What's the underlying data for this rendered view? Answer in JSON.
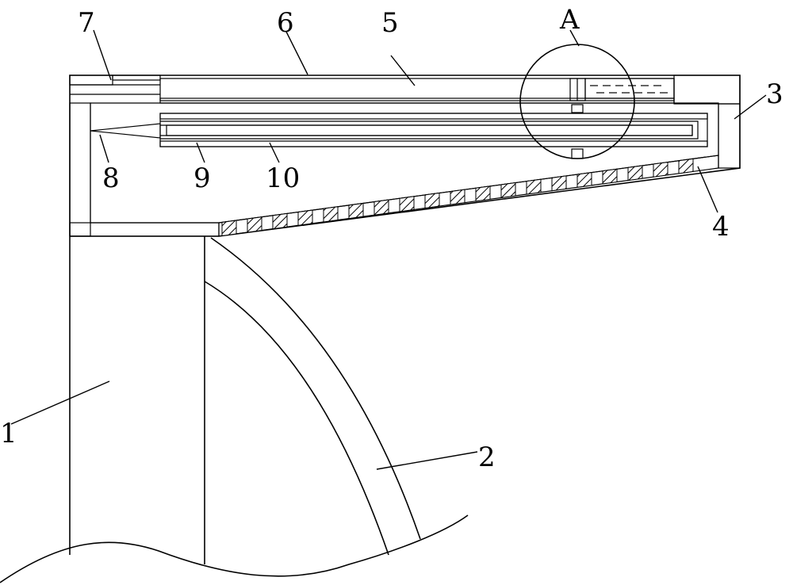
{
  "figure": {
    "labels": {
      "l1": "1",
      "l2": "2",
      "l3": "3",
      "l4": "4",
      "l5": "5",
      "l6": "6",
      "l7": "7",
      "l8": "8",
      "l9": "9",
      "l10": "10",
      "detail": "A"
    }
  }
}
